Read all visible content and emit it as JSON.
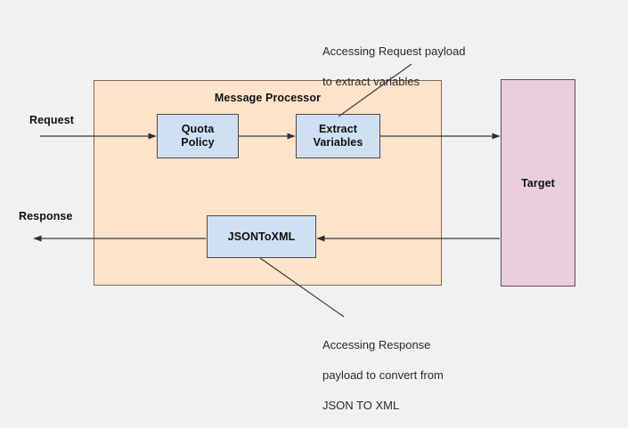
{
  "diagram": {
    "title": "Apigee Message Processor request/response flow",
    "background_color": "#f1f1f1",
    "colors": {
      "container_fill": "#fce3ca",
      "container_stroke": "#7d6b5d",
      "policy_fill": "#cfe0f3",
      "policy_stroke": "#4b4b4b",
      "target_fill": "#e9cede",
      "target_stroke": "#5a4a52",
      "arrow_stroke": "#3a3a3a",
      "text_color": "#101010",
      "annotation_color": "#2b2b2b"
    },
    "container": {
      "label": "Message Processor"
    },
    "nodes": [
      {
        "id": "quota-policy",
        "label": "Quota\nPolicy",
        "line1": "Quota",
        "line2": "Policy"
      },
      {
        "id": "extract-variables",
        "label": "Extract\nVariables",
        "line1": "Extract",
        "line2": "Variables"
      },
      {
        "id": "jsontoxml",
        "label": "JSONToXML",
        "line1": "JSONToXML",
        "line2": ""
      }
    ],
    "target": {
      "label": "Target"
    },
    "edge_labels": [
      {
        "id": "request",
        "label": "Request"
      },
      {
        "id": "response",
        "label": "Response"
      }
    ],
    "annotations": [
      {
        "id": "request-annotation",
        "line1": "Accessing Request payload",
        "line2": "to extract variables",
        "line3": ""
      },
      {
        "id": "response-annotation",
        "line1": "Accessing Response",
        "line2": "payload to convert from",
        "line3": "JSON TO XML"
      }
    ]
  }
}
